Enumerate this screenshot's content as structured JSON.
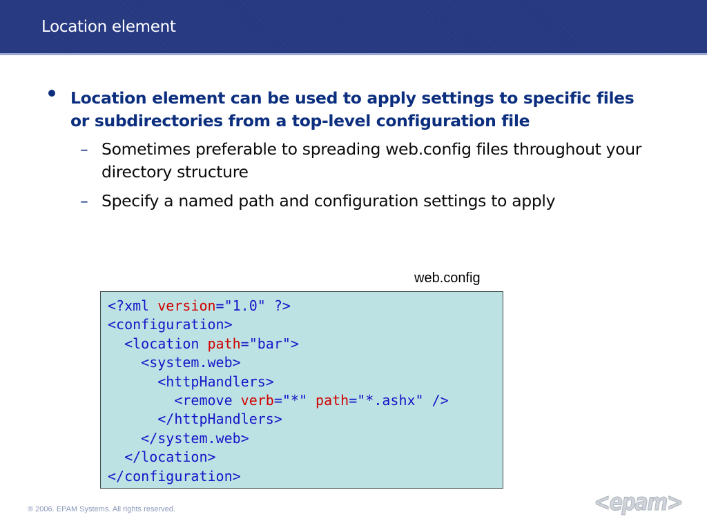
{
  "slide": {
    "title": "Location element",
    "bullet": {
      "text": "Location element can be used to apply settings to specific files or subdirectories from a top-level configuration file",
      "subs": [
        {
          "dash": "–",
          "text": "Sometimes preferable to spreading web.config files throughout your directory structure"
        },
        {
          "dash": "–",
          "text": "Specify a named path and configuration settings to apply"
        }
      ]
    },
    "code_caption": "web.config",
    "code": {
      "l1": {
        "open": "<?xml ",
        "attr": "version",
        "rest": "=\"1.0\" ?>"
      },
      "l2": {
        "text": "<configuration>"
      },
      "l3": {
        "open": "  <location ",
        "attr": "path",
        "rest": "=\"bar\">"
      },
      "l4": {
        "text": "    <system.web>"
      },
      "l5": {
        "text": "      <httpHandlers>"
      },
      "l6": {
        "open": "        <remove ",
        "attr1": "verb",
        "mid": "=\"*\" ",
        "attr2": "path",
        "rest": "=\"*.ashx\" />"
      },
      "l7": {
        "text": "      </httpHandlers>"
      },
      "l8": {
        "text": "    </system.web>"
      },
      "l9": {
        "text": "  </location>"
      },
      "l10": {
        "text": "</configuration>"
      }
    },
    "footer": "® 2006. EPAM Systems. All rights reserved.",
    "logo_text": "<epam>"
  },
  "colors": {
    "title_bar": "#24377f",
    "bullet_text": "#0b2e7e",
    "code_background": "#bde2e3",
    "code_tag": "#1515c8",
    "code_attr": "#d00000"
  }
}
